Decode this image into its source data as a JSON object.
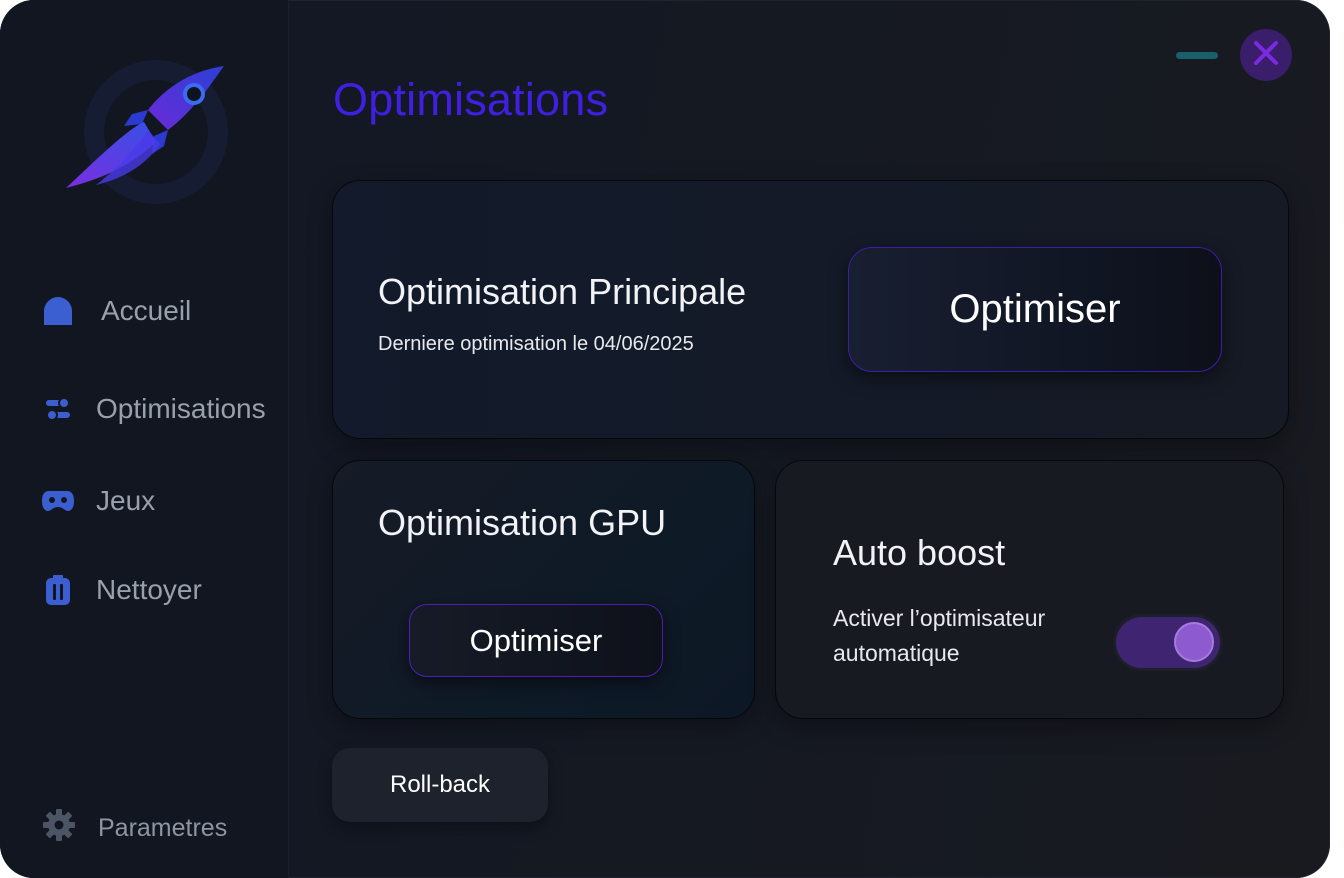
{
  "app": {
    "page_title": "Optimisations"
  },
  "sidebar": {
    "items": [
      {
        "label": "Accueil",
        "icon": "home-icon"
      },
      {
        "label": "Optimisations",
        "icon": "sliders-icon"
      },
      {
        "label": "Jeux",
        "icon": "gamepad-icon"
      },
      {
        "label": "Nettoyer",
        "icon": "trash-icon"
      }
    ],
    "settings_label": "Parametres",
    "settings_icon": "gear-icon",
    "logo_icon": "rocket-logo-icon"
  },
  "main_card": {
    "title": "Optimisation Principale",
    "subtitle": "Derniere optimisation le 04/06/2025",
    "button_label": "Optimiser"
  },
  "gpu_card": {
    "title": "Optimisation GPU",
    "button_label": "Optimiser"
  },
  "boost_card": {
    "title": "Auto boost",
    "description_line1": "Activer l’optimisateur",
    "description_line2": "automatique",
    "toggle_on": true
  },
  "rollback_label": "Roll-back",
  "window_controls": {
    "minimize_icon": "minimize-icon",
    "close_icon": "close-icon"
  },
  "colors": {
    "accent": "#3f1fe0",
    "nav_icon": "#3b5fd0",
    "toggle_track": "#3f2571",
    "toggle_knob": "#8d5bcf",
    "minimize": "#17606c",
    "close_bg": "#3a1d6b",
    "close_x": "#7a2ae0"
  }
}
